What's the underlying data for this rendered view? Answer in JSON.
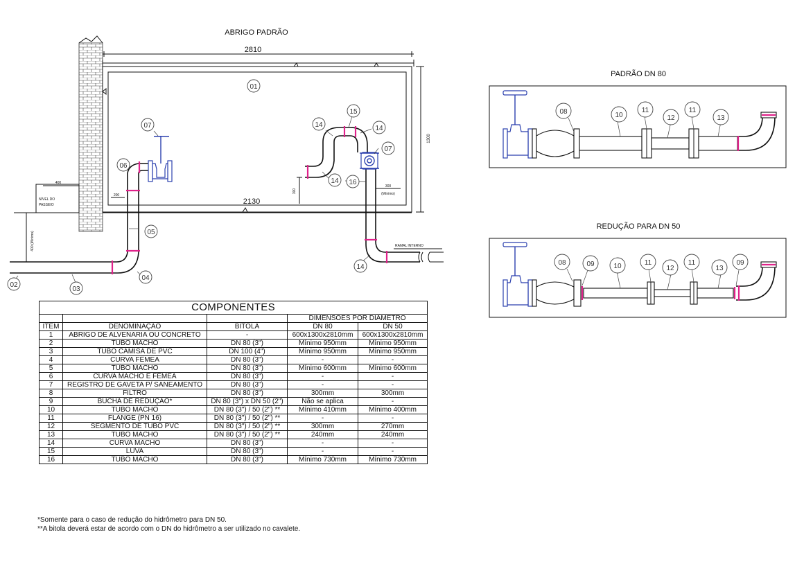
{
  "drawing": {
    "main_title": "ABRIGO PADRÃO",
    "dim_top": "2810",
    "dim_inner": "2130",
    "dim_height": "1300",
    "dim_400_top": "400",
    "dim_200": "200",
    "dim_400_side": "400 (Mínimo)",
    "dim_300_left": "300",
    "dim_300_right": "300",
    "dim_minimo": "(Mínimo)",
    "nivel_passeio": [
      "NÍVEL DO",
      "PASSEIO"
    ],
    "ramal_interno": "RAMAL INTERNO",
    "tags": {
      "t01": "01",
      "t02": "02",
      "t03": "03",
      "t04": "04",
      "t05": "05",
      "t06": "06",
      "t07a": "07",
      "t07b": "07",
      "t14a": "14",
      "t14b": "14",
      "t14c": "14",
      "t14d": "14",
      "t15": "15",
      "t16": "16"
    }
  },
  "detail_dn80": {
    "title": "PADRÃO DN 80",
    "tags": [
      "08",
      "10",
      "11",
      "12",
      "11",
      "13"
    ]
  },
  "detail_dn50": {
    "title": "REDUÇÃO PARA DN 50",
    "tags": [
      "08",
      "09",
      "10",
      "11",
      "12",
      "11",
      "13",
      "09"
    ]
  },
  "table": {
    "title": "COMPONENTES",
    "group_header": "DIMENSÕES POR DIÂMETRO",
    "headers": [
      "ITEM",
      "DENOMINAÇÃO",
      "BITOLA",
      "DN 80",
      "DN 50"
    ],
    "rows": [
      [
        "1",
        "ABRIGO DE ALVENARIA OU CONCRETO",
        "-",
        "600x1300x2810mm",
        "600x1300x2810mm"
      ],
      [
        "2",
        "TUBO MACHO",
        "DN 80 (3\")",
        "Mínimo 950mm",
        "Mínimo 950mm"
      ],
      [
        "3",
        "TUBO CAMISA DE PVC",
        "DN 100 (4\")",
        "Mínimo 950mm",
        "Mínimo 950mm"
      ],
      [
        "4",
        "CURVA FÊMEA",
        "DN 80 (3\")",
        "-",
        "-"
      ],
      [
        "5",
        "TUBO MACHO",
        "DN 80 (3\")",
        "Mínimo 600mm",
        "Mínimo 600mm"
      ],
      [
        "6",
        "CURVA MACHO E FÊMEA",
        "DN 80 (3\")",
        "-",
        "-"
      ],
      [
        "7",
        "REGISTRO DE GAVETA P/ SANEAMENTO",
        "DN 80 (3\")",
        "-",
        "-"
      ],
      [
        "8",
        "FILTRO",
        "DN 80 (3\")",
        "300mm",
        "300mm"
      ],
      [
        "9",
        "BUCHA DE REDUÇÃO*",
        "DN 80 (3\") x DN 50 (2\")",
        "Não se aplica",
        "-"
      ],
      [
        "10",
        "TUBO MACHO",
        "DN 80 (3\") / 50 (2\") **",
        "Mínimo 410mm",
        "Mínimo 400mm"
      ],
      [
        "11",
        "FLANGE (PN 16)",
        "DN 80 (3\") / 50 (2\") **",
        "-",
        "-"
      ],
      [
        "12",
        "SEGMENTO DE TUBO PVC",
        "DN 80 (3\") / 50 (2\") **",
        "300mm",
        "270mm"
      ],
      [
        "13",
        "TUBO MACHO",
        "DN 80 (3\") / 50 (2\") **",
        "240mm",
        "240mm"
      ],
      [
        "14",
        "CURVA MACHO",
        "DN 80 (3\")",
        "-",
        "-"
      ],
      [
        "15",
        "LUVA",
        "DN 80 (3\")",
        "-",
        "-"
      ],
      [
        "16",
        "TUBO MACHO",
        "DN 80 (3\")",
        "Mínimo 730mm",
        "Mínimo 730mm"
      ]
    ]
  },
  "notes": [
    "*Somente para o caso de redução do hidrômetro para DN 50.",
    "**A bitola deverá estar de acordo com o DN do hidrômetro a ser utilizado no cavalete."
  ],
  "colors": {
    "valve_blue": "#2a3fae",
    "joint_pink": "#e0218a"
  }
}
